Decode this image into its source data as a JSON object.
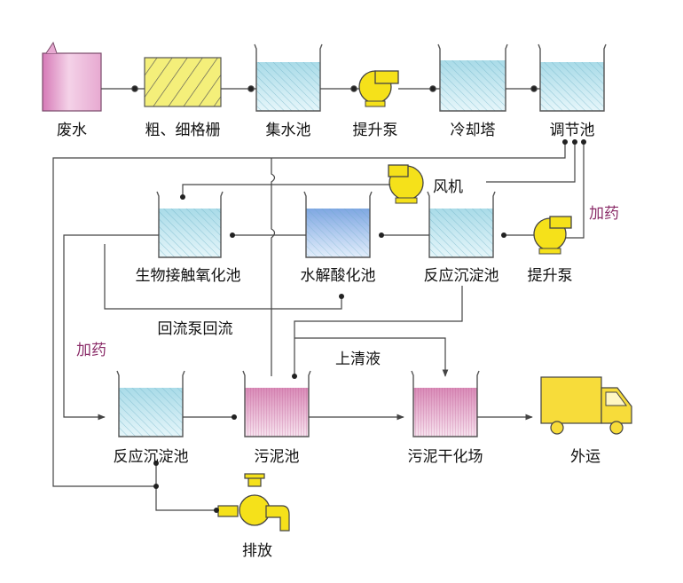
{
  "top_row": {
    "wastewater": "废水",
    "screens": "粗、细格栅",
    "collection_tank": "集水池",
    "lift_pump_1": "提升泵",
    "cooling_tower": "冷却塔",
    "equalization_tank": "调节池"
  },
  "middle_row": {
    "blower": "风机",
    "dosing_1": "加药",
    "contact_oxidation_tank": "生物接触氧化池",
    "hydrolysis_tank": "水解酸化池",
    "reaction_settling_tank_1": "反应沉淀池",
    "lift_pump_2": "提升泵",
    "return_pump_note": "回流泵回流"
  },
  "bottom_row": {
    "dosing_2": "加药",
    "supernatant": "上清液",
    "reaction_settling_tank_2": "反应沉淀池",
    "sludge_tank": "污泥池",
    "sludge_drying_yard": "污泥干化场",
    "transport_out": "外运",
    "discharge": "排放"
  },
  "colors": {
    "line": "#444444",
    "water_blue": "#bfe3ec",
    "water_hatch": "#5fa8bf",
    "sludge_pink": "#e8b6cf",
    "pump_yellow": "#f5e11a",
    "truck_yellow": "#f7dc3a",
    "screen_yellow": "#f4ef7a",
    "wastewater_pink": "#e7a9d1",
    "dosing_text": "#8a2c68"
  }
}
